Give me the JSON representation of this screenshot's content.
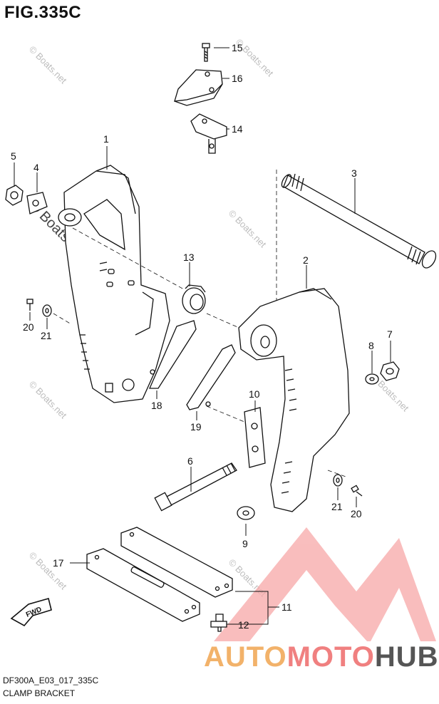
{
  "figure": {
    "title": "FIG.335C",
    "code": "DF300A_E03_017_335C",
    "name": "CLAMP BRACKET"
  },
  "watermark": {
    "text": "© Boats.net"
  },
  "brand": {
    "part1": "AUTO",
    "part2": "MOTO",
    "part3": "HUB",
    "colors": {
      "orange": "#f2b26a",
      "red": "#f08080",
      "gray": "#555555"
    }
  },
  "fwd_label": "FWD",
  "callouts": [
    {
      "id": "c1",
      "label": "1"
    },
    {
      "id": "c2",
      "label": "2"
    },
    {
      "id": "c3",
      "label": "3"
    },
    {
      "id": "c4",
      "label": "4"
    },
    {
      "id": "c5",
      "label": "5"
    },
    {
      "id": "c6",
      "label": "6"
    },
    {
      "id": "c7",
      "label": "7"
    },
    {
      "id": "c8",
      "label": "8"
    },
    {
      "id": "c9",
      "label": "9"
    },
    {
      "id": "c10",
      "label": "10"
    },
    {
      "id": "c11",
      "label": "11"
    },
    {
      "id": "c12",
      "label": "12"
    },
    {
      "id": "c13",
      "label": "13"
    },
    {
      "id": "c14",
      "label": "14"
    },
    {
      "id": "c15",
      "label": "15"
    },
    {
      "id": "c16",
      "label": "16"
    },
    {
      "id": "c17",
      "label": "17"
    },
    {
      "id": "c18",
      "label": "18"
    },
    {
      "id": "c19",
      "label": "19"
    },
    {
      "id": "c20a",
      "label": "20"
    },
    {
      "id": "c20b",
      "label": "20"
    },
    {
      "id": "c21a",
      "label": "21"
    },
    {
      "id": "c21b",
      "label": "21"
    }
  ]
}
